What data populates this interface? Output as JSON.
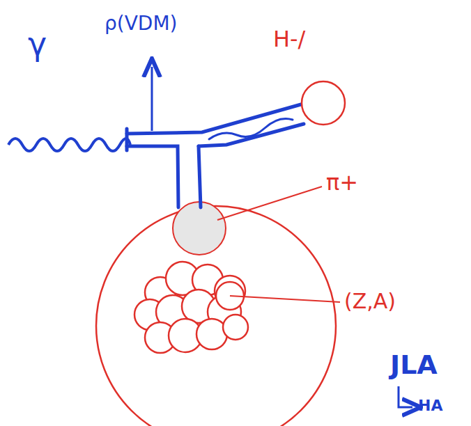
{
  "diagram": {
    "labels": [
      "γ",
      "ρ(VDM)",
      "H-/",
      "π+",
      "(Z,A)",
      "JLA",
      "HA"
    ]
  }
}
